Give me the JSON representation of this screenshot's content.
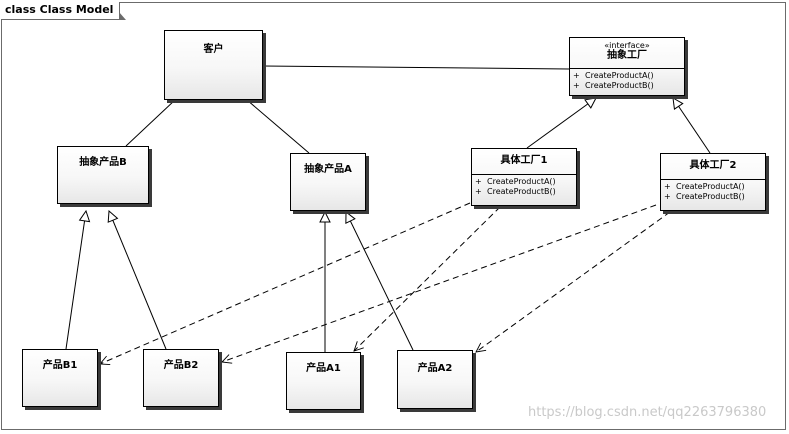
{
  "frame": {
    "title": "class Class Model"
  },
  "nodes": {
    "client": {
      "name": "客户"
    },
    "abstract_factory": {
      "stereotype": "«interface»",
      "name": "抽象工厂",
      "operations": [
        {
          "visibility": "+",
          "signature": "CreateProductA()"
        },
        {
          "visibility": "+",
          "signature": "CreateProductB()"
        }
      ]
    },
    "abstract_product_b": {
      "name": "抽象产品B"
    },
    "abstract_product_a": {
      "name": "抽象产品A"
    },
    "concrete_factory_1": {
      "name": "具体工厂1",
      "operations": [
        {
          "visibility": "+",
          "signature": "CreateProductA()"
        },
        {
          "visibility": "+",
          "signature": "CreateProductB()"
        }
      ]
    },
    "concrete_factory_2": {
      "name": "具体工厂2",
      "operations": [
        {
          "visibility": "+",
          "signature": "CreateProductA()"
        },
        {
          "visibility": "+",
          "signature": "CreateProductB()"
        }
      ]
    },
    "product_b1": {
      "name": "产品B1"
    },
    "product_b2": {
      "name": "产品B2"
    },
    "product_a1": {
      "name": "产品A1"
    },
    "product_a2": {
      "name": "产品A2"
    }
  },
  "watermark": "https://blog.csdn.net/qq2263796380"
}
